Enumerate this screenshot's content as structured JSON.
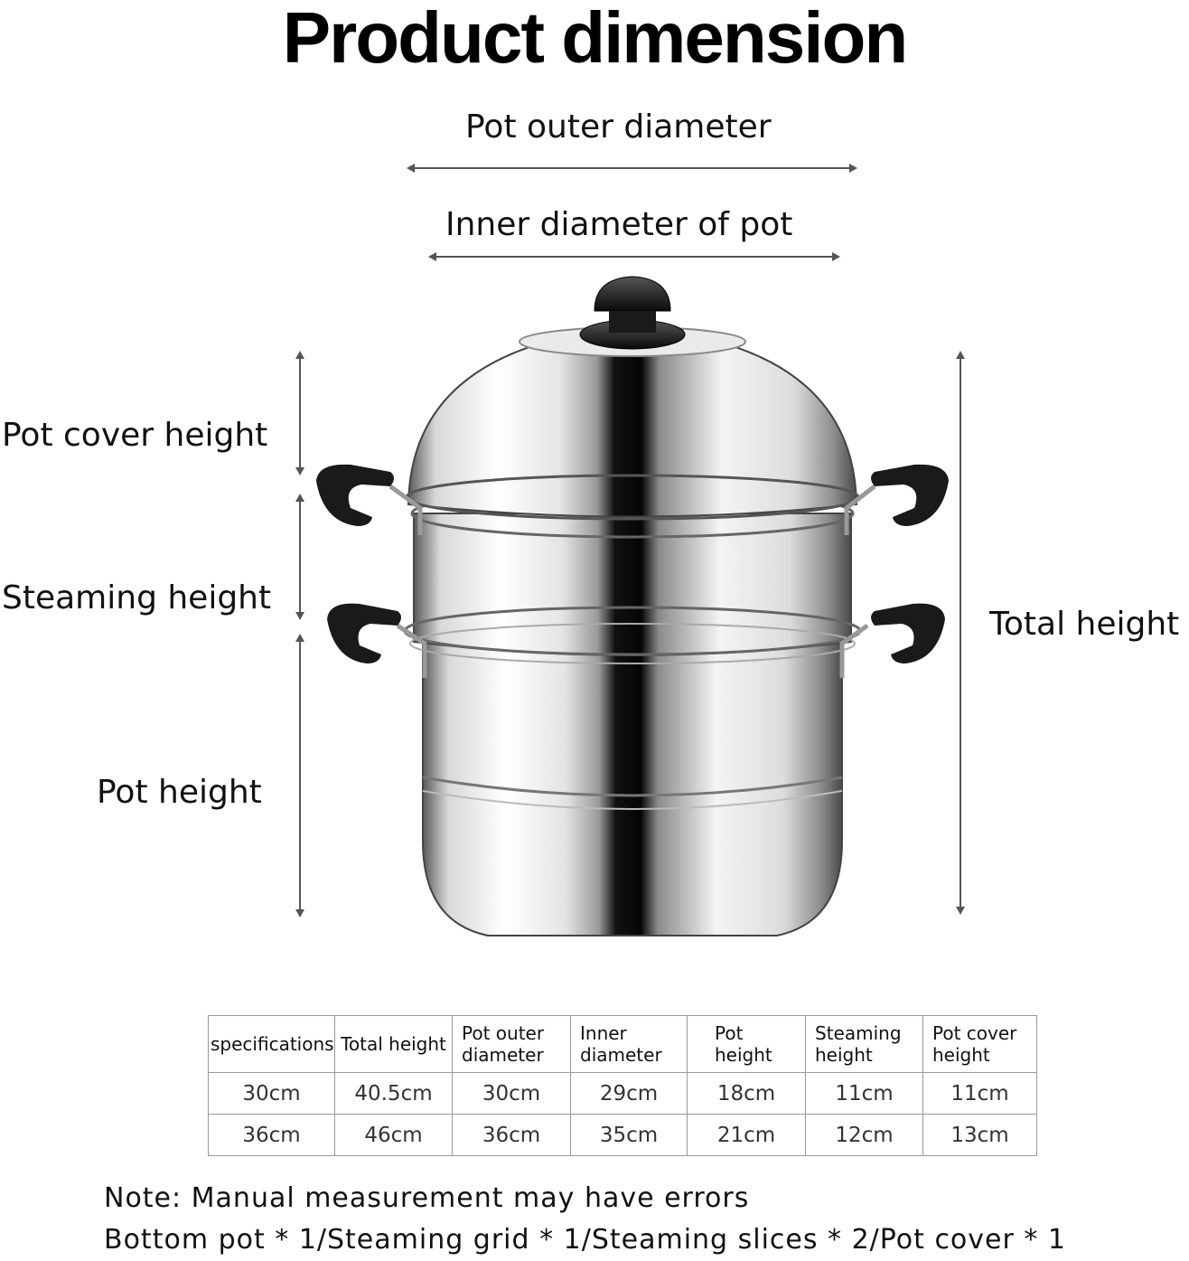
{
  "title": "Product dimension",
  "labels": {
    "pot_outer_diameter": "Pot outer diameter",
    "inner_diameter": "Inner diameter of pot",
    "pot_cover_height": "Pot cover height",
    "steaming_height": "Steaming height",
    "pot_height": "Pot height",
    "total_height": "Total height"
  },
  "table": {
    "headers": [
      "specifications",
      "Total height",
      "Pot outer diameter",
      "Inner diameter",
      "Pot height",
      "Steaming height",
      "Pot cover height"
    ],
    "rows": [
      [
        "30cm",
        "40.5cm",
        "30cm",
        "29cm",
        "18cm",
        "11cm",
        "11cm"
      ],
      [
        "36cm",
        "46cm",
        "36cm",
        "35cm",
        "21cm",
        "12cm",
        "13cm"
      ]
    ]
  },
  "notes": {
    "line1": "Note: Manual measurement may have errors",
    "line2": "Bottom pot * 1/Steaming grid * 1/Steaming slices * 2/Pot cover * 1"
  },
  "colors": {
    "steel_light": "#f2f2f2",
    "steel_dark": "#111111",
    "handle": "#1a1a1a"
  }
}
